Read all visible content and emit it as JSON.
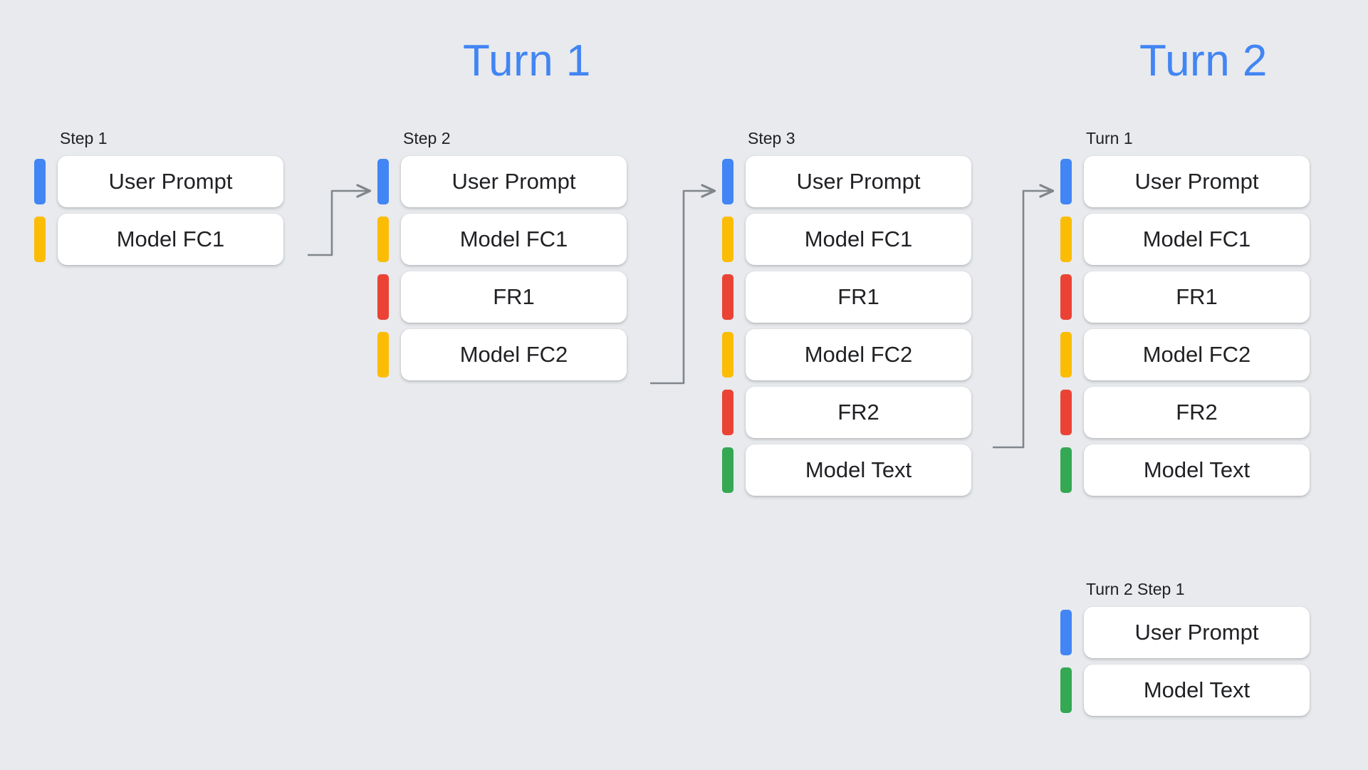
{
  "background_color": "#E8EAED",
  "palette": {
    "blue": "#4285F4",
    "yellow": "#FBBC04",
    "red": "#EA4335",
    "green": "#34A853",
    "connector_gray": "#80868B",
    "card_white": "#FFFFFF",
    "text": "#202124"
  },
  "headings": {
    "turn1": "Turn 1",
    "turn2": "Turn 2"
  },
  "columns": [
    {
      "label": "Step 1",
      "rows": [
        {
          "color": "blue",
          "text": "User Prompt"
        },
        {
          "color": "yellow",
          "text": "Model FC1"
        }
      ]
    },
    {
      "label": "Step 2",
      "rows": [
        {
          "color": "blue",
          "text": "User Prompt"
        },
        {
          "color": "yellow",
          "text": "Model FC1"
        },
        {
          "color": "red",
          "text": "FR1"
        },
        {
          "color": "yellow",
          "text": "Model FC2"
        }
      ]
    },
    {
      "label": "Step 3",
      "rows": [
        {
          "color": "blue",
          "text": "User Prompt"
        },
        {
          "color": "yellow",
          "text": "Model FC1"
        },
        {
          "color": "red",
          "text": "FR1"
        },
        {
          "color": "yellow",
          "text": "Model FC2"
        },
        {
          "color": "red",
          "text": "FR2"
        },
        {
          "color": "green",
          "text": "Model Text"
        }
      ]
    },
    {
      "label": "Turn 1",
      "rows": [
        {
          "color": "blue",
          "text": "User Prompt"
        },
        {
          "color": "yellow",
          "text": "Model FC1"
        },
        {
          "color": "red",
          "text": "FR1"
        },
        {
          "color": "yellow",
          "text": "Model FC2"
        },
        {
          "color": "red",
          "text": "FR2"
        },
        {
          "color": "green",
          "text": "Model Text"
        }
      ]
    },
    {
      "label": "Turn 2 Step 1",
      "rows": [
        {
          "color": "blue",
          "text": "User Prompt"
        },
        {
          "color": "green",
          "text": "Model Text"
        }
      ]
    }
  ],
  "connectors": [
    {
      "name": "step1-to-step2"
    },
    {
      "name": "step2-to-step3"
    },
    {
      "name": "step3-to-turn1"
    }
  ]
}
